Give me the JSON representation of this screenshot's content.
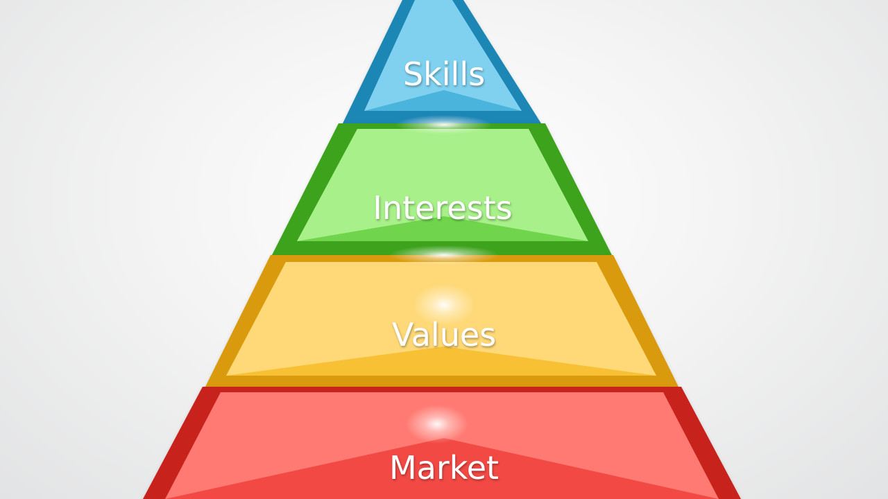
{
  "pyramid": {
    "tiers": [
      {
        "label": "Skills",
        "color": "#3aa9d6",
        "light": "#7fd1ef",
        "dark": "#1e86b4"
      },
      {
        "label": "Interests",
        "color": "#5dcc38",
        "light": "#a8f08a",
        "dark": "#3da21f"
      },
      {
        "label": "Values",
        "color": "#f5b820",
        "light": "#ffd978",
        "dark": "#d99a0a"
      },
      {
        "label": "Market",
        "color": "#ef3b36",
        "light": "#ff7a72",
        "dark": "#c8201c"
      }
    ]
  }
}
